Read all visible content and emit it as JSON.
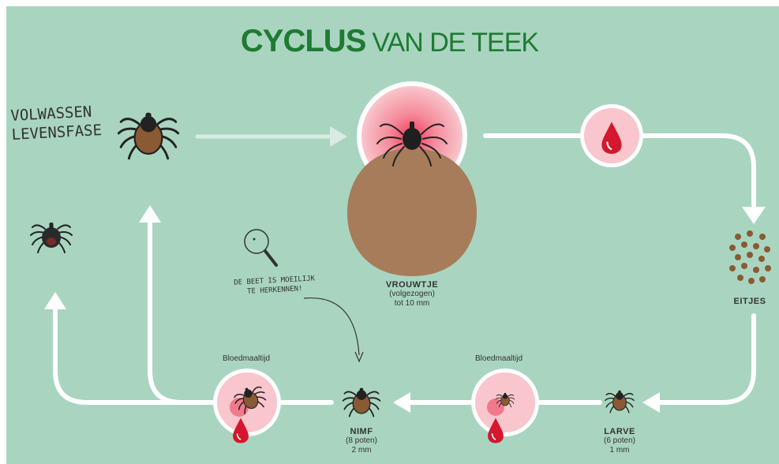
{
  "title": {
    "bold": "CYCLUS",
    "rest": "VAN DE TEEK"
  },
  "adult_stage": {
    "line1": "VOLWASSEN",
    "line2": "LEVENSFASE"
  },
  "bite_note": {
    "line1": "DE BEET IS MOEILIJK",
    "line2": "TE HERKENNEN!"
  },
  "female": {
    "name": "VROUWTJE",
    "detail1": "(volgezogen)",
    "detail2": "tot 10 mm"
  },
  "eggs": {
    "name": "EITJES"
  },
  "larva": {
    "name": "LARVE",
    "detail1": "(6 poten)",
    "detail2": "1 mm"
  },
  "nymph": {
    "name": "NIMF",
    "detail1": "(8 poten)",
    "detail2": "2 mm"
  },
  "blood_meal_left": "Bloedmaaltijd",
  "blood_meal_right": "Bloedmaaltijd",
  "colors": {
    "background": "#a9d5c0",
    "title_green": "#1f7a34",
    "blood_red": "#d4172c",
    "circle_pink": "#f8c6cc",
    "tick_brown": "#8a5a35",
    "engorged_brown": "#a67c5b"
  }
}
